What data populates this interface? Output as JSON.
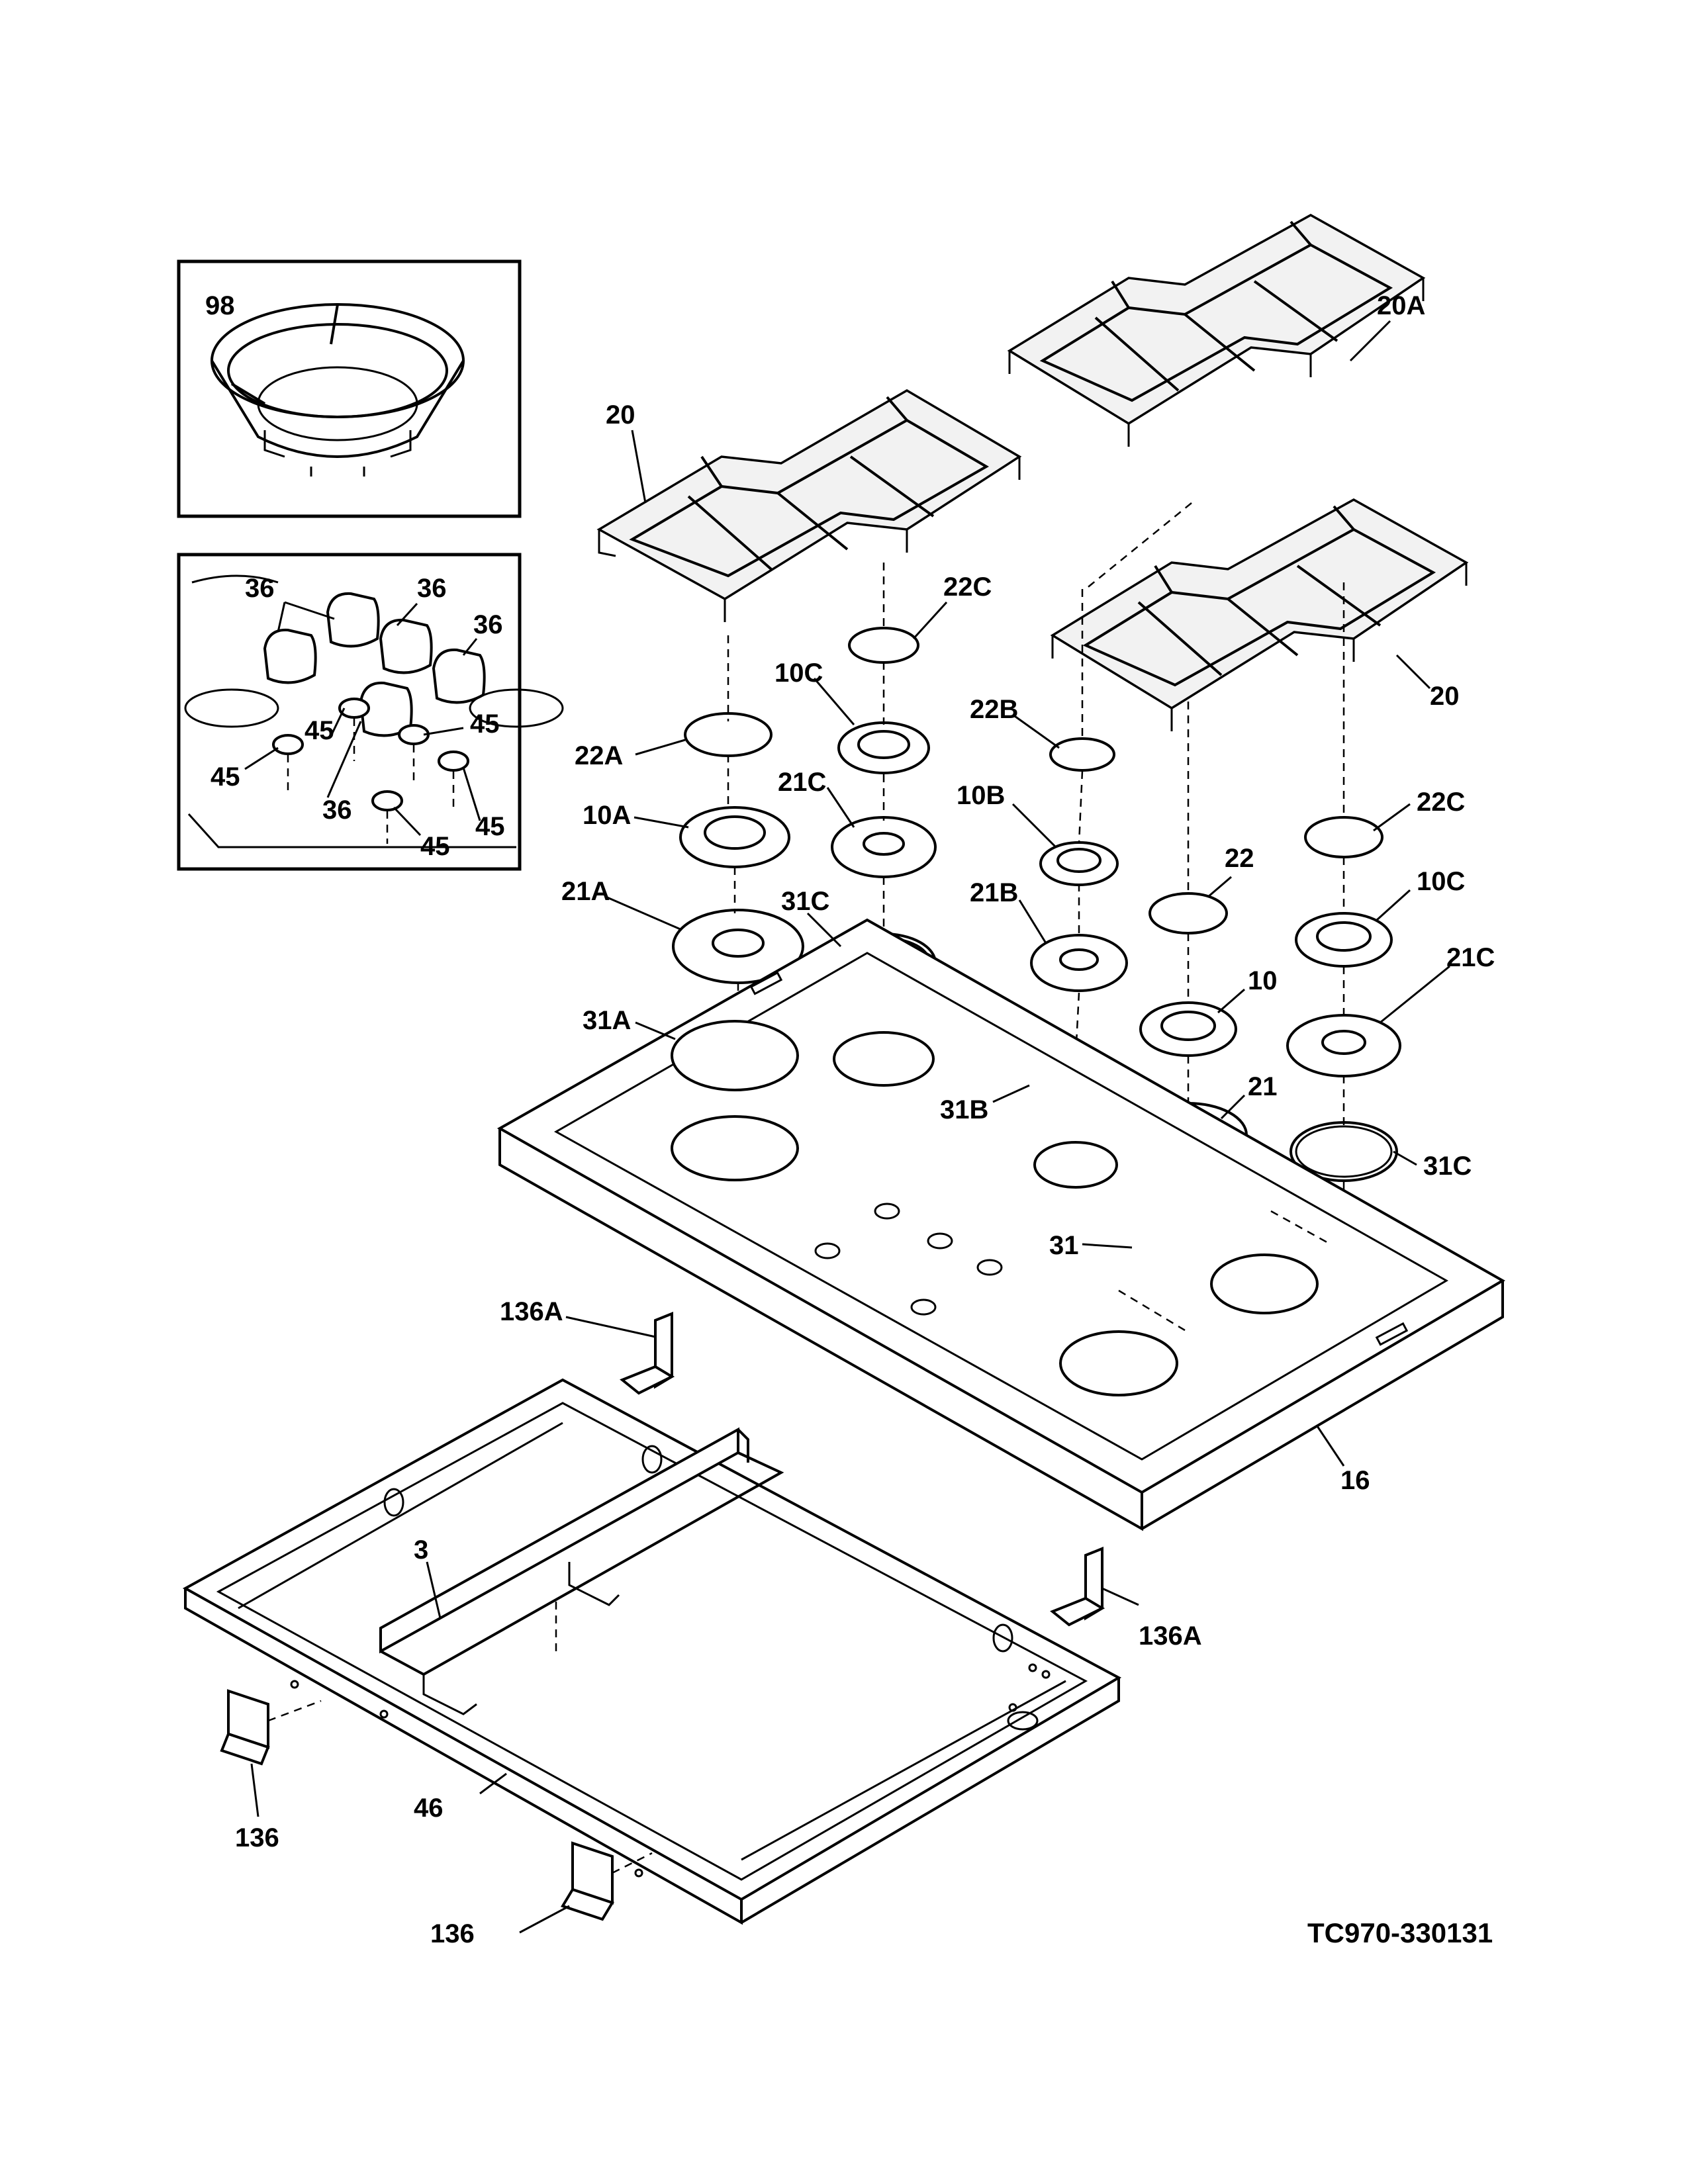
{
  "callouts": {
    "c98": "98",
    "c36a": "36",
    "c36b": "36",
    "c36c": "36",
    "c36d": "36",
    "c45a": "45",
    "c45b": "45",
    "c45c": "45",
    "c45d": "45",
    "c45e": "45",
    "c20left": "20",
    "c20a": "20A",
    "c20right": "20",
    "c22c1": "22C",
    "c10c1": "10C",
    "c22a": "22A",
    "c21c1": "21C",
    "c10a": "10A",
    "c31c1": "31C",
    "c21a": "21A",
    "c31a": "31A",
    "c22b": "22B",
    "c10b": "10B",
    "c21b": "21B",
    "c31b": "31B",
    "c22": "22",
    "c10": "10",
    "c21": "21",
    "c31": "31",
    "c22c2": "22C",
    "c10c2": "10C",
    "c21c2": "21C",
    "c31c2": "31C",
    "c16": "16",
    "c136a1": "136A",
    "c136a2": "136A",
    "c3": "3",
    "c46": "46",
    "c136a": "136",
    "c136b": "136"
  },
  "document_id": "TC970-330131"
}
